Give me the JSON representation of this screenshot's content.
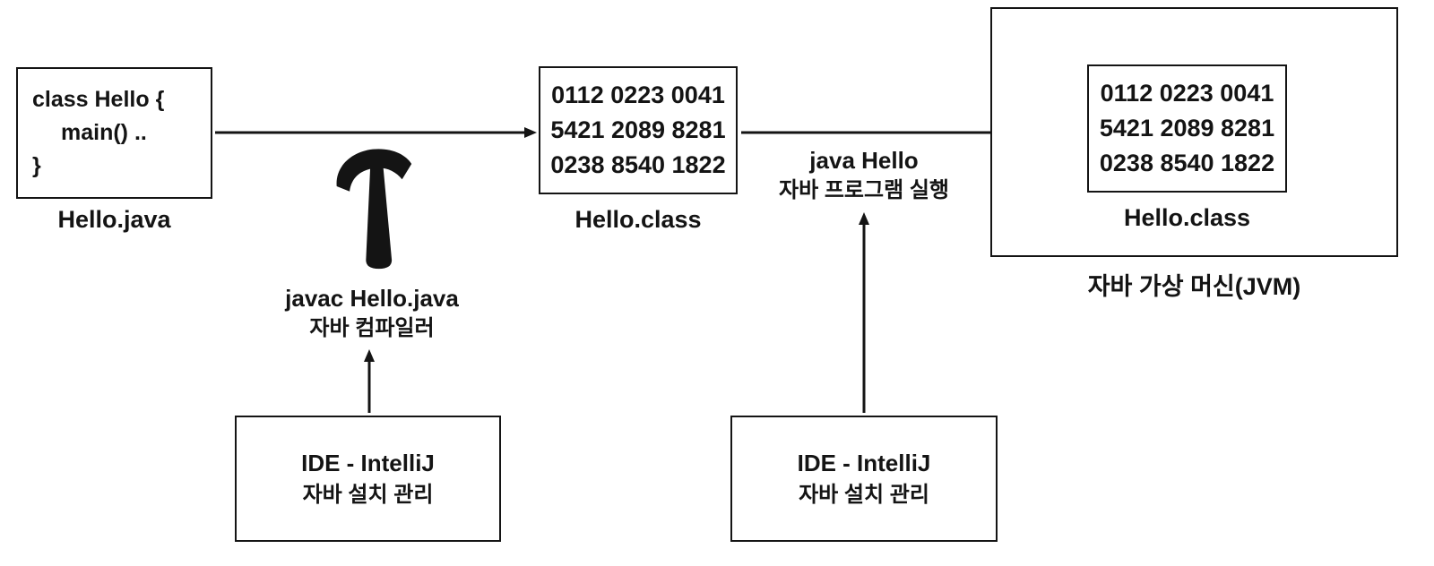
{
  "colors": {
    "ink": "#141414",
    "background": "#ffffff"
  },
  "icons": {
    "compile_tool": "hammer-icon"
  },
  "source_box": {
    "lines": [
      "class Hello {",
      "main() ..",
      "}"
    ],
    "label": "Hello.java"
  },
  "bytecode_box": {
    "lines": [
      "0112 0223 0041",
      "5421 2089 8281",
      "0238 8540 1822"
    ],
    "label": "Hello.class"
  },
  "jvm": {
    "label": "자바 가상 머신(JVM)",
    "inner_box": {
      "lines": [
        "0112 0223 0041",
        "5421 2089 8281",
        "0238 8540 1822"
      ],
      "label": "Hello.class"
    }
  },
  "compile_step": {
    "command": "javac Hello.java",
    "caption": "자바 컴파일러"
  },
  "run_step": {
    "command": "java Hello",
    "caption": "자바 프로그램 실행"
  },
  "ide_left": {
    "title": "IDE - IntelliJ",
    "subtitle": "자바 설치 관리"
  },
  "ide_right": {
    "title": "IDE - IntelliJ",
    "subtitle": "자바 설치 관리"
  }
}
